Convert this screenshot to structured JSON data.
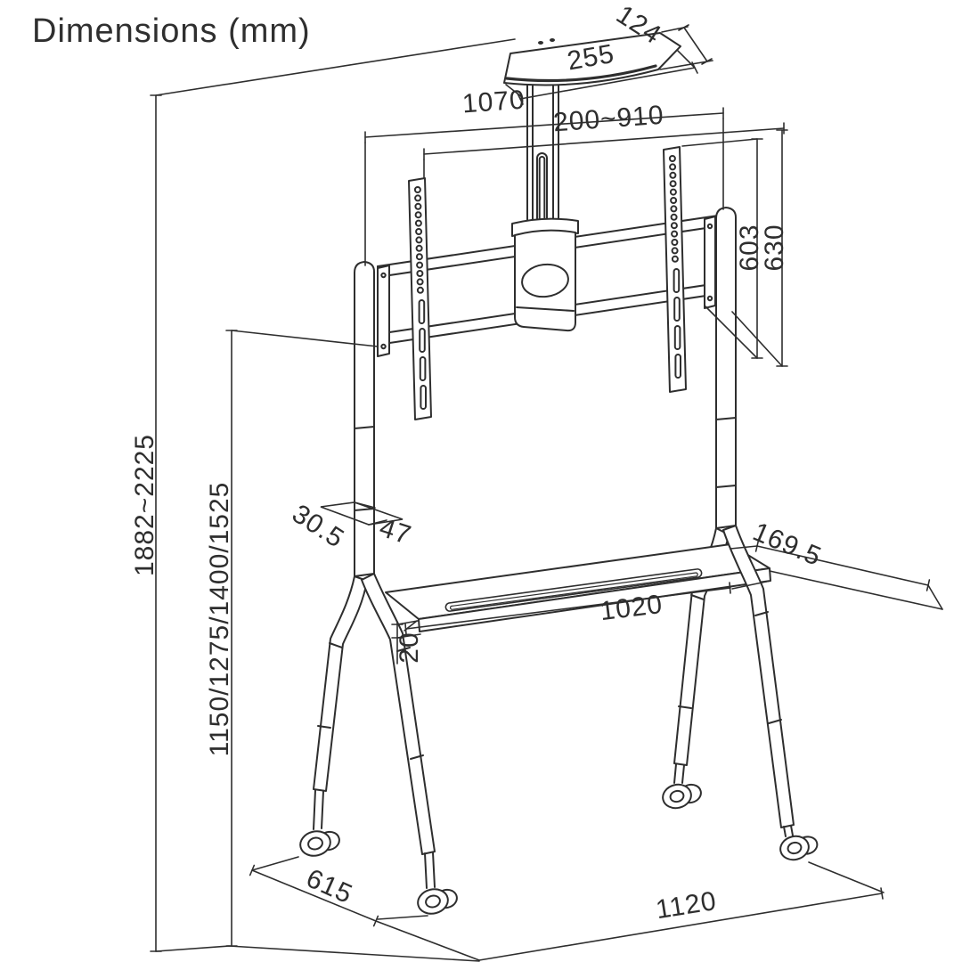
{
  "title": "Dimensions (mm)",
  "drawing": {
    "background": "#ffffff",
    "line_color": "#2e2e2e",
    "labels": {
      "top_plate_depth": "124",
      "top_plate_width": "255",
      "frame_width": "1070",
      "pole_adjust_range": "200~910",
      "bracket_height_inner": "603",
      "bracket_height_outer": "630",
      "overall_height_range": "1882~2225",
      "screen_center_heights": "1150/1275/1400/1525",
      "column_depth": "30.5",
      "column_width": "47",
      "shelf_depth": "169.5",
      "shelf_length": "1020",
      "shelf_thickness": "20",
      "base_depth": "615",
      "base_width": "1120"
    }
  }
}
